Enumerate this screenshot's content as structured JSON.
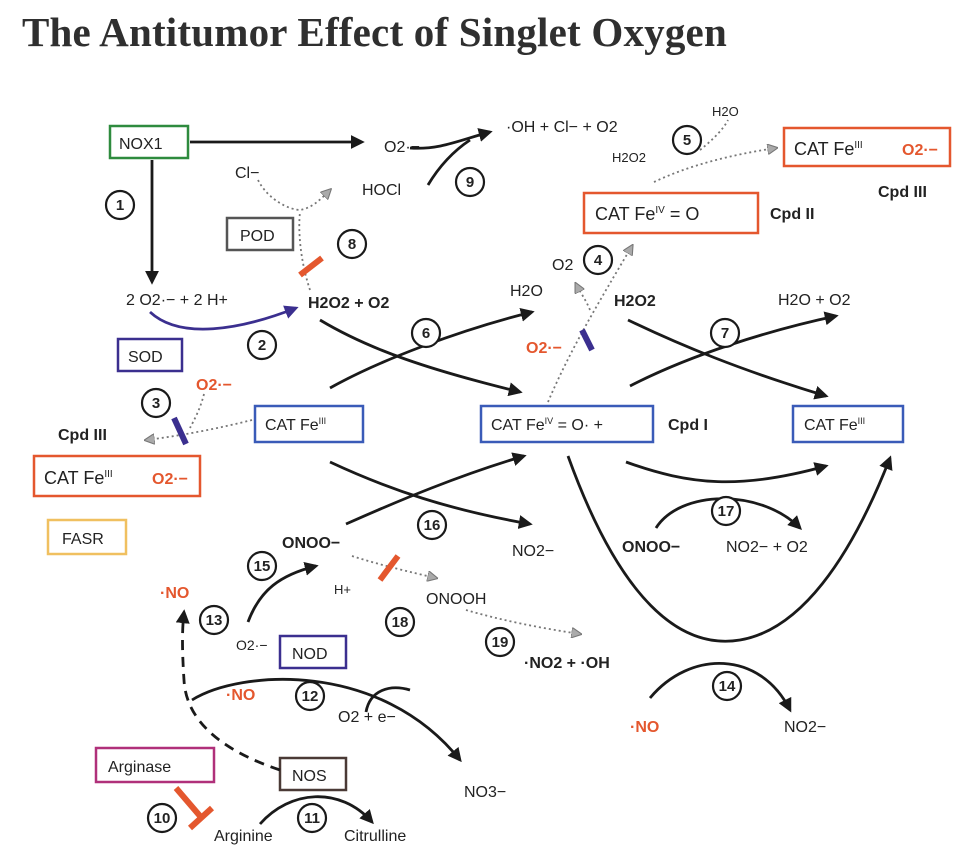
{
  "title": "The Antitumor Effect of Singlet Oxygen",
  "colors": {
    "green": "#2e8b3e",
    "red": "#e4572e",
    "blue": "#3a5bb8",
    "purple": "#3b2f8f",
    "magenta": "#b0307a",
    "brown": "#4a3a36",
    "yellow": "#f0c060",
    "gray": "#555555"
  },
  "labels": {
    "nox1": "NOX1",
    "pod": "POD",
    "sod": "SOD",
    "fasr": "FASR",
    "nod": "NOD",
    "nos": "NOS",
    "arginase": "Arginase",
    "cat_fe3": "CAT Fe",
    "cat_fe4o": "CAT Fe",
    "cat_fe4o_suffix": " = O",
    "cat_fe4rad_suffix": " = O· +",
    "fe3": "III",
    "fe4": "IV",
    "o2minus": "O2·−",
    "cpd_i": "Cpd I",
    "cpd_ii": "Cpd II",
    "cpd_iii": "Cpd III",
    "two_o2_2h": "2 O2·− + 2 H+",
    "h2o2_o2": "H2O2 + O2",
    "oh_cl_o2": "·OH + Cl− + O2",
    "cl": "Cl−",
    "hocl": "HOCl",
    "h2o": "H2O",
    "h2o2": "H2O2",
    "o2": "O2",
    "h2o_o2": "H2O + O2",
    "onoo": "ONOO−",
    "hplus": "H+",
    "onooh": "ONOOH",
    "no2_oh": "·NO2 + ·OH",
    "no": "·NO",
    "no2": "NO2−",
    "no2_o2": "NO2− + O2",
    "no3": "NO3−",
    "o2_e": "O2 + e−",
    "arginine": "Arginine",
    "citrulline": "Citrulline"
  },
  "steps": [
    "1",
    "2",
    "3",
    "4",
    "5",
    "6",
    "7",
    "8",
    "9",
    "10",
    "11",
    "12",
    "13",
    "14",
    "15",
    "16",
    "17",
    "18",
    "19"
  ]
}
